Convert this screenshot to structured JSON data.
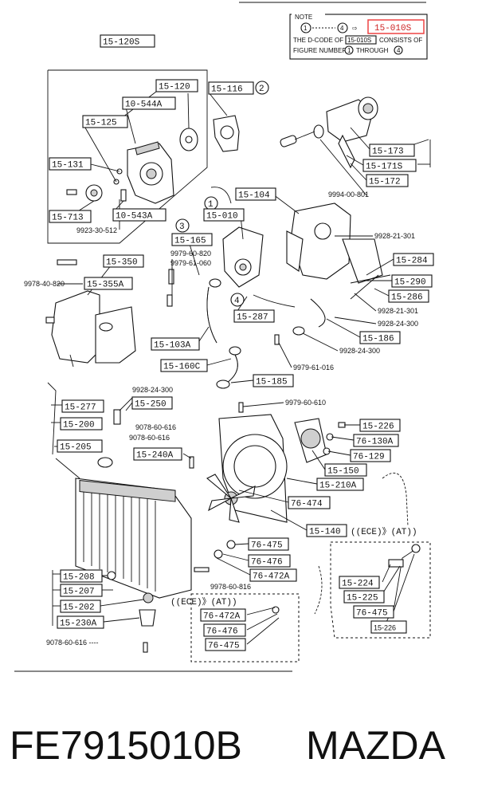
{
  "note": {
    "title": "NOTE",
    "line1": "THE D-CODE OF",
    "code": "15-010S",
    "line1b": "CONSISTS OF",
    "line2": "FIGURE NUMBERS",
    "line2b": "THROUGH",
    "num_start": "1",
    "num_end": "4",
    "highlight_code": "15-010S"
  },
  "callouts": {
    "c1": "1",
    "c2": "2",
    "c3": "3",
    "c4": "4"
  },
  "labels": [
    {
      "id": "l_15_120S",
      "text": "15-120S"
    },
    {
      "id": "l_15_120",
      "text": "15-120"
    },
    {
      "id": "l_15_116",
      "text": "15-116"
    },
    {
      "id": "l_10_544A",
      "text": "10-544A"
    },
    {
      "id": "l_15_125",
      "text": "15-125"
    },
    {
      "id": "l_15_131",
      "text": "15-131"
    },
    {
      "id": "l_15_713",
      "text": "15-713"
    },
    {
      "id": "l_10_543A",
      "text": "10-543A"
    },
    {
      "id": "l_15_104",
      "text": "15-104"
    },
    {
      "id": "l_15_010",
      "text": "15-010"
    },
    {
      "id": "l_15_165",
      "text": "15-165"
    },
    {
      "id": "l_15_350",
      "text": "15-350"
    },
    {
      "id": "l_15_355A",
      "text": "15-355A"
    },
    {
      "id": "l_15_173",
      "text": "15-173"
    },
    {
      "id": "l_15_171S",
      "text": "15-171S"
    },
    {
      "id": "l_15_172",
      "text": "15-172"
    },
    {
      "id": "l_15_284",
      "text": "15-284"
    },
    {
      "id": "l_15_290",
      "text": "15-290"
    },
    {
      "id": "l_15_286",
      "text": "15-286"
    },
    {
      "id": "l_15_287",
      "text": "15-287"
    },
    {
      "id": "l_15_186",
      "text": "15-186"
    },
    {
      "id": "l_15_103A",
      "text": "15-103A"
    },
    {
      "id": "l_15_160C",
      "text": "15-160C"
    },
    {
      "id": "l_15_185",
      "text": "15-185"
    },
    {
      "id": "l_15_277",
      "text": "15-277"
    },
    {
      "id": "l_15_250",
      "text": "15-250"
    },
    {
      "id": "l_15_200",
      "text": "15-200"
    },
    {
      "id": "l_15_205",
      "text": "15-205"
    },
    {
      "id": "l_15_240A",
      "text": "15-240A"
    },
    {
      "id": "l_15_226",
      "text": "15-226"
    },
    {
      "id": "l_76_130A",
      "text": "76-130A"
    },
    {
      "id": "l_76_129",
      "text": "76-129"
    },
    {
      "id": "l_15_150",
      "text": "15-150"
    },
    {
      "id": "l_15_210A",
      "text": "15-210A"
    },
    {
      "id": "l_76_474",
      "text": "76-474"
    },
    {
      "id": "l_15_140",
      "text": "15-140"
    },
    {
      "id": "l_76_475",
      "text": "76-475"
    },
    {
      "id": "l_76_476",
      "text": "76-476"
    },
    {
      "id": "l_76_472A",
      "text": "76-472A"
    },
    {
      "id": "l_15_208",
      "text": "15-208"
    },
    {
      "id": "l_15_207",
      "text": "15-207"
    },
    {
      "id": "l_15_202",
      "text": "15-202"
    },
    {
      "id": "l_15_230A",
      "text": "15-230A"
    },
    {
      "id": "l_76_472A_b",
      "text": "76-472A"
    },
    {
      "id": "l_76_476_b",
      "text": "76-476"
    },
    {
      "id": "l_76_475_b",
      "text": "76-475"
    },
    {
      "id": "l_15_224",
      "text": "15-224"
    },
    {
      "id": "l_15_225",
      "text": "15-225"
    },
    {
      "id": "l_76_475_c",
      "text": "76-475"
    },
    {
      "id": "l_15_226_b",
      "text": "15-226"
    }
  ],
  "numbers": {
    "n_9994": "9994-00-801",
    "n_9923": "9923-30-512",
    "n_9928_301a": "9928-21-301",
    "n_9979_820": "9979-60-820",
    "n_9979_060": "9979-61-060",
    "n_9978_820": "9978-40-820",
    "n_9928_301b": "9928-21-301",
    "n_9928_300a": "9928-24-300",
    "n_9928_300b": "9928-24-300",
    "n_9979_016": "9979-61-016",
    "n_9928_300c": "9928-24-300",
    "n_9979_610": "9979-60-610",
    "n_9078_616a": "9078-60-616",
    "n_9078_616b": "9078-60-616",
    "n_9978_816": "9978-60-816",
    "n_9078_616c": "9078-60-616 ----"
  },
  "ece": {
    "top": "((ECE)》(AT))",
    "bottom": "((ECE)》(AT))"
  },
  "footer": {
    "part_number": "FE7915010B",
    "brand": "MAZDA"
  }
}
